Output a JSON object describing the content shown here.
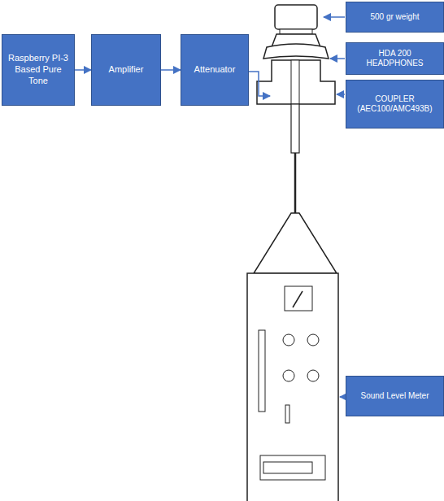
{
  "diagram": {
    "nodes": [
      {
        "text": [
          "Raspberry PI-3 Based Pure Tone"
        ]
      },
      {
        "text": [
          "Amplifier"
        ]
      },
      {
        "text": [
          "Attenuator"
        ]
      },
      {
        "text": [
          "500 gr weight"
        ]
      },
      {
        "text": [
          "HDA 200 HEADPHONES"
        ]
      },
      {
        "text": [
          "COUPLER (AEC100/AMC493B)"
        ]
      },
      {
        "text": [
          "Sound Level Meter"
        ]
      }
    ],
    "edges": [
      {
        "from": 0,
        "to": 1,
        "arrow": "to"
      },
      {
        "from": 1,
        "to": 2,
        "arrow": "to"
      }
    ]
  }
}
